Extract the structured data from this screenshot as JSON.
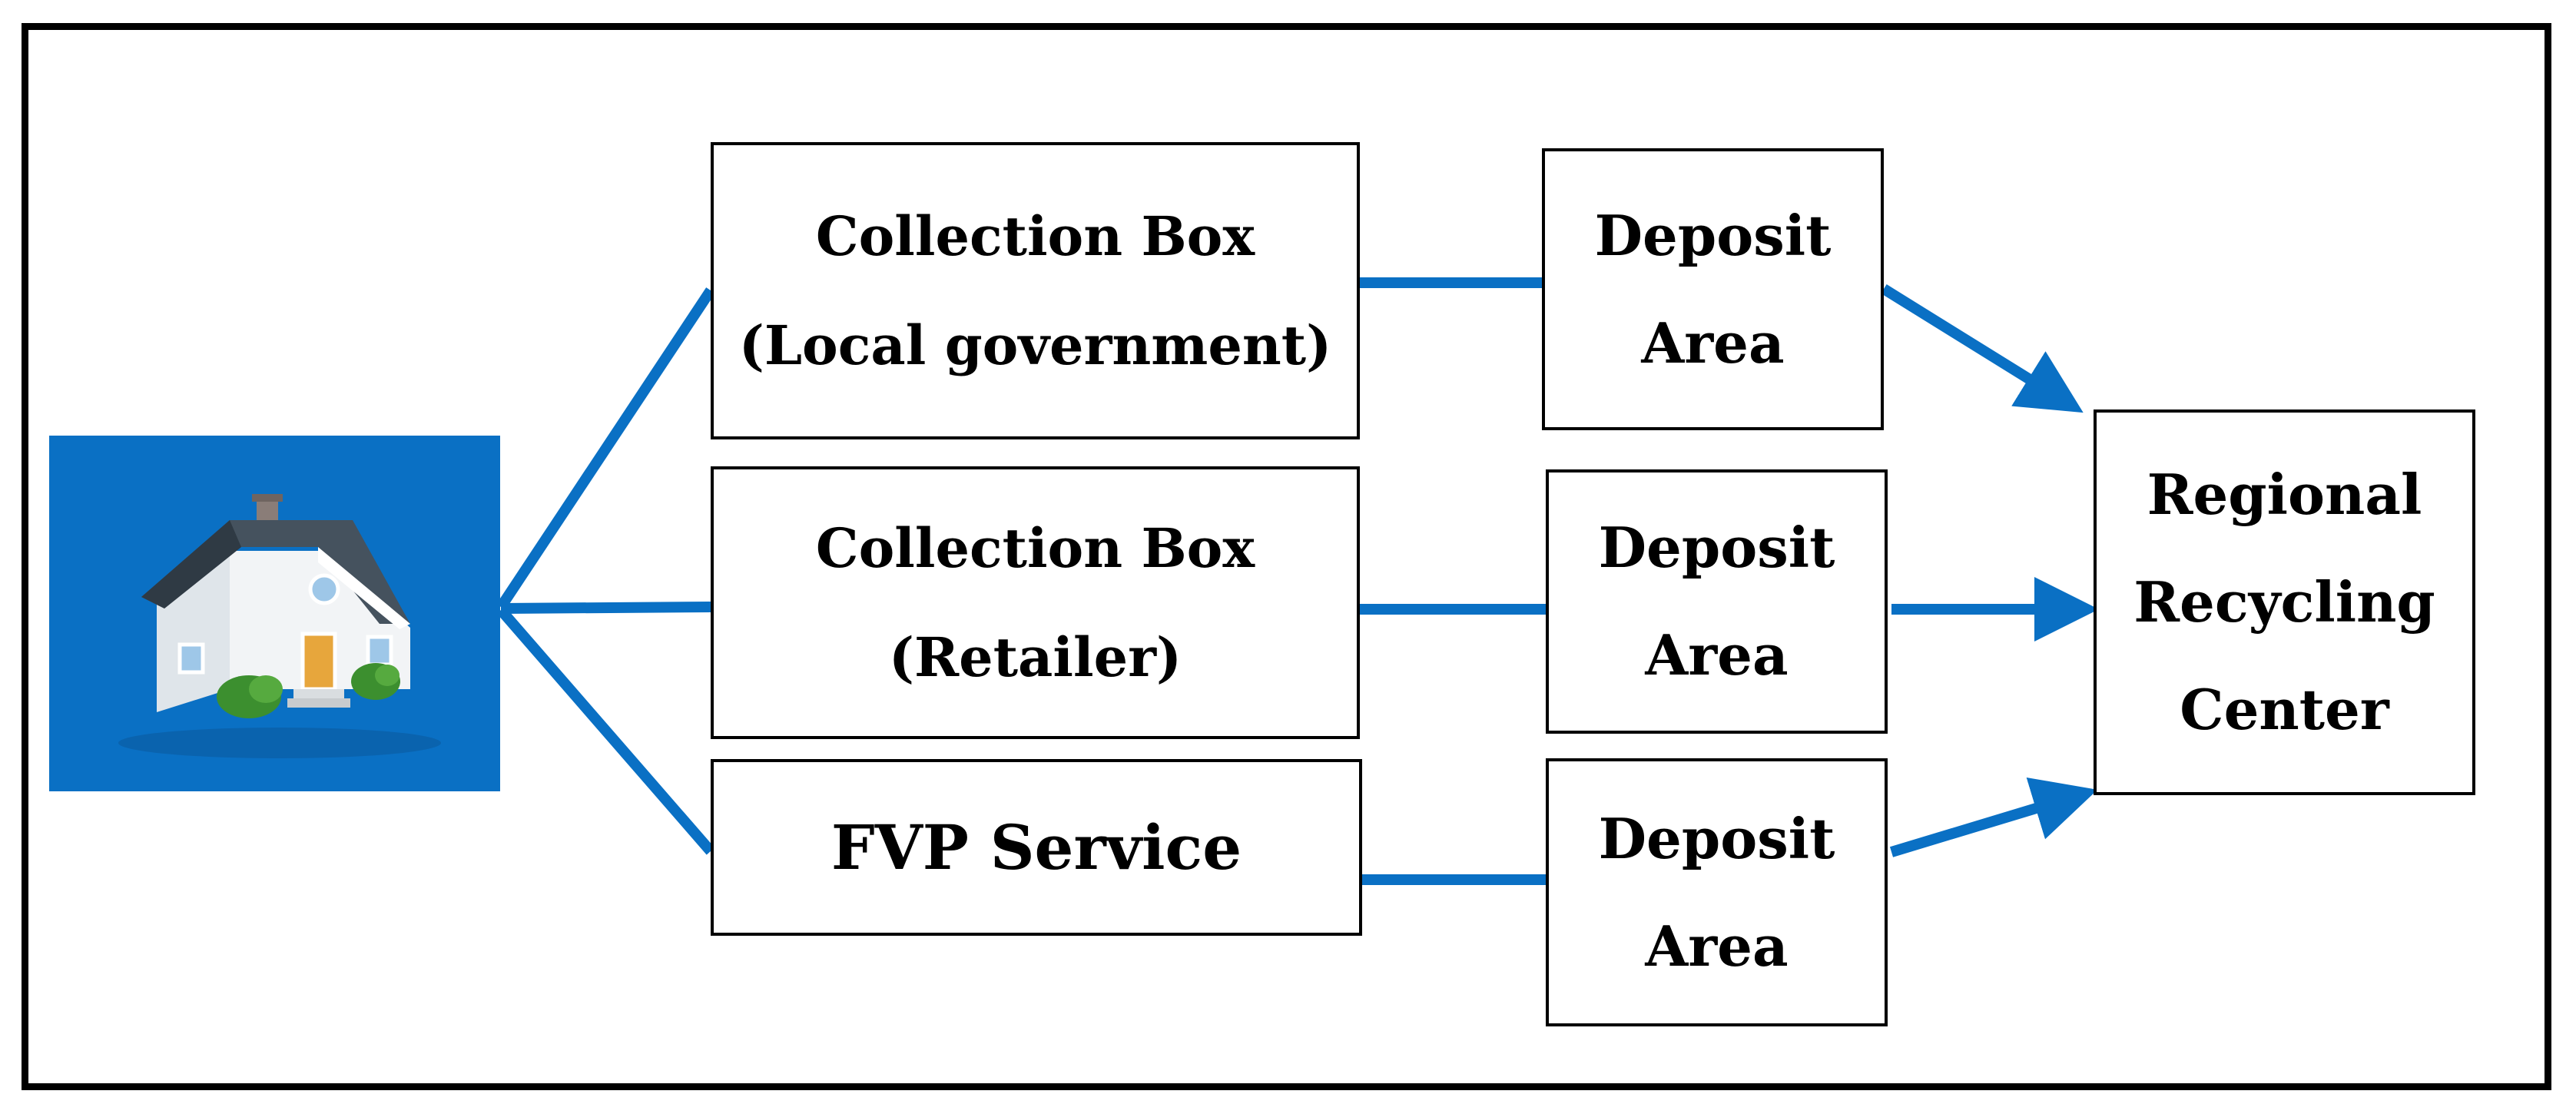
{
  "diagram": {
    "colors": {
      "accent": "#0a70c4",
      "border": "#000000",
      "background": "#ffffff"
    },
    "source_icon": "house-icon",
    "collection_local": {
      "line1": "Collection Box",
      "line2": "(Local government)"
    },
    "collection_retailer": {
      "line1": "Collection Box",
      "line2": "(Retailer)"
    },
    "fvp_service": {
      "label": "FVP Service"
    },
    "deposit_1": {
      "line1": "Deposit",
      "line2": "Area"
    },
    "deposit_2": {
      "line1": "Deposit",
      "line2": "Area"
    },
    "deposit_3": {
      "line1": "Deposit",
      "line2": "Area"
    },
    "regional_center": {
      "line1": "Regional",
      "line2": "Recycling",
      "line3": "Center"
    }
  }
}
